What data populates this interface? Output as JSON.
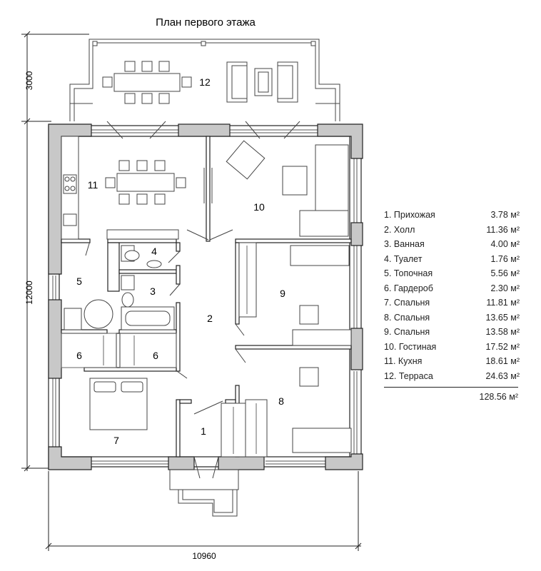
{
  "title": "План первого этажа",
  "dimensions": {
    "terrace_depth": "3000",
    "house_depth": "12000",
    "house_width": "10960"
  },
  "room_numbers": [
    "1",
    "2",
    "3",
    "4",
    "5",
    "6",
    "6",
    "7",
    "8",
    "9",
    "10",
    "11",
    "12"
  ],
  "legend": {
    "rows": [
      {
        "name": "1. Прихожая",
        "area": "3.78 м²"
      },
      {
        "name": "2. Холл",
        "area": "11.36 м²"
      },
      {
        "name": "3. Ванная",
        "area": "4.00 м²"
      },
      {
        "name": "4. Туалет",
        "area": "1.76 м²"
      },
      {
        "name": "5. Топочная",
        "area": "5.56 м²"
      },
      {
        "name": "6. Гардероб",
        "area": "2.30 м²"
      },
      {
        "name": "7. Спальня",
        "area": "11.81 м²"
      },
      {
        "name": "8. Спальня",
        "area": "13.65 м²"
      },
      {
        "name": "9. Спальня",
        "area": "13.58 м²"
      },
      {
        "name": "10. Гостиная",
        "area": "17.52 м²"
      },
      {
        "name": "11. Кухня",
        "area": "18.61 м²"
      },
      {
        "name": "12. Терраса",
        "area": "24.63 м²"
      }
    ],
    "total": "128.56 м²"
  },
  "colors": {
    "wall_fill": "#c8c8c8",
    "line": "#222222"
  }
}
